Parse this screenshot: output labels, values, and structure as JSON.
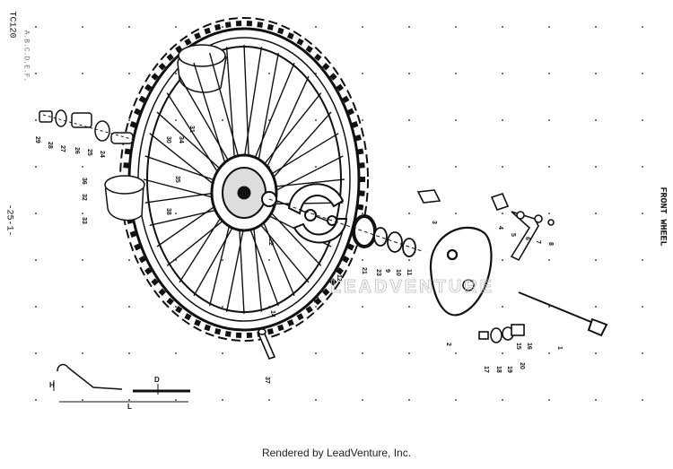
{
  "diagram": {
    "model": "TC120",
    "model_sub": "A.B.C.D.E.F.",
    "page_number": "-25-1-",
    "title": "FRONT WHEEL",
    "watermark": "LEADVENTURE",
    "footer": "Rendered by LeadVenture, Inc.",
    "dimension_labels": [
      "H",
      "D",
      "L"
    ],
    "part_numbers": [
      "1",
      "2",
      "3",
      "4",
      "5",
      "6",
      "7",
      "8",
      "9",
      "10",
      "11",
      "12",
      "13",
      "14",
      "15",
      "16",
      "17",
      "18",
      "19",
      "20",
      "21",
      "22",
      "23",
      "24",
      "25",
      "26",
      "27",
      "28",
      "29",
      "30",
      "31",
      "32",
      "33",
      "34",
      "35",
      "36",
      "37",
      "38"
    ]
  }
}
